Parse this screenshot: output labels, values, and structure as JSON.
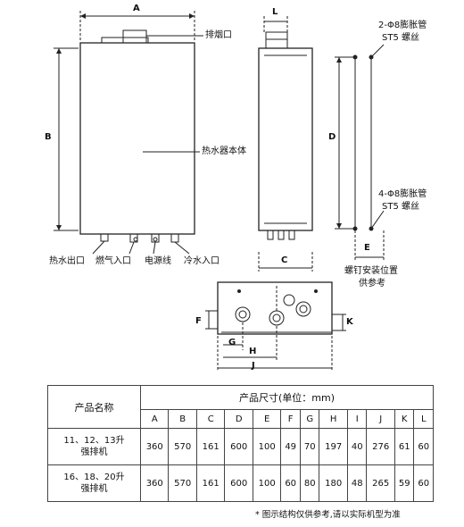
{
  "diagram": {
    "dims": {
      "A": "A",
      "B": "B",
      "L": "L",
      "C": "C",
      "D": "D",
      "E": "E",
      "F": "F",
      "G": "G",
      "H": "H",
      "J": "J",
      "K": "K"
    },
    "labels": {
      "exhaust": "排烟口",
      "body": "热水器本体",
      "hot_out": "热水出口",
      "gas_in": "燃气入口",
      "power": "电源线",
      "cold_in": "冷水入口",
      "anchor_top_1": "2-Φ8膨胀管",
      "anchor_top_2": "ST5 螺丝",
      "anchor_bot_1": "4-Φ8膨胀管",
      "anchor_bot_2": "ST5 螺丝",
      "screw_note_1": "螺钉安装位置",
      "screw_note_2": "供参考"
    }
  },
  "table": {
    "col_name": "产品名称",
    "col_group": "产品尺寸(单位：mm)",
    "letters": [
      "A",
      "B",
      "C",
      "D",
      "E",
      "F",
      "G",
      "H",
      "I",
      "J",
      "K",
      "L"
    ],
    "rows": [
      {
        "name_1": "11、12、13升",
        "name_2": "强排机",
        "values": [
          "360",
          "570",
          "161",
          "600",
          "100",
          "49",
          "70",
          "197",
          "40",
          "276",
          "61",
          "60"
        ]
      },
      {
        "name_1": "16、18、20升",
        "name_2": "强排机",
        "values": [
          "360",
          "570",
          "161",
          "600",
          "100",
          "60",
          "80",
          "180",
          "48",
          "265",
          "59",
          "60"
        ]
      }
    ]
  },
  "note": "* 图示结构仅供参考,请以实际机型为准"
}
